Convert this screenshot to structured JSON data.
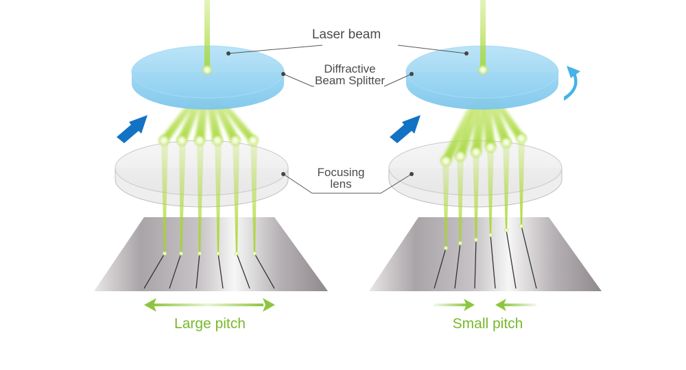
{
  "labels": {
    "laser_beam": "Laser beam",
    "dbs_line1": "Diffractive",
    "dbs_line2": "Beam Splitter",
    "focus_line1": "Focusing",
    "focus_line2": "lens",
    "large_pitch": "Large pitch",
    "small_pitch": "Small pitch"
  },
  "panels": [
    {
      "name": "large-pitch-configuration",
      "splitter_rotated": false,
      "beam_count": 6,
      "pitch": "large"
    },
    {
      "name": "small-pitch-configuration",
      "splitter_rotated": true,
      "beam_count": 6,
      "pitch": "small"
    }
  ],
  "colors": {
    "beam": "#a6d83a",
    "splitter": "#8ed0f0",
    "arrow_blue": "#1272c4",
    "rotate_arrow": "#43b3e8",
    "pitch_green": "#76b82a",
    "text_grey": "#4a4a4a"
  },
  "icons": {
    "direction_arrow": "blue-diagonal-arrow-icon",
    "rotate_arrow": "rotate-arrow-icon",
    "pitch_double_arrow": "double-arrow-outward-icon",
    "pitch_converging_arrows": "converging-arrows-icon"
  }
}
